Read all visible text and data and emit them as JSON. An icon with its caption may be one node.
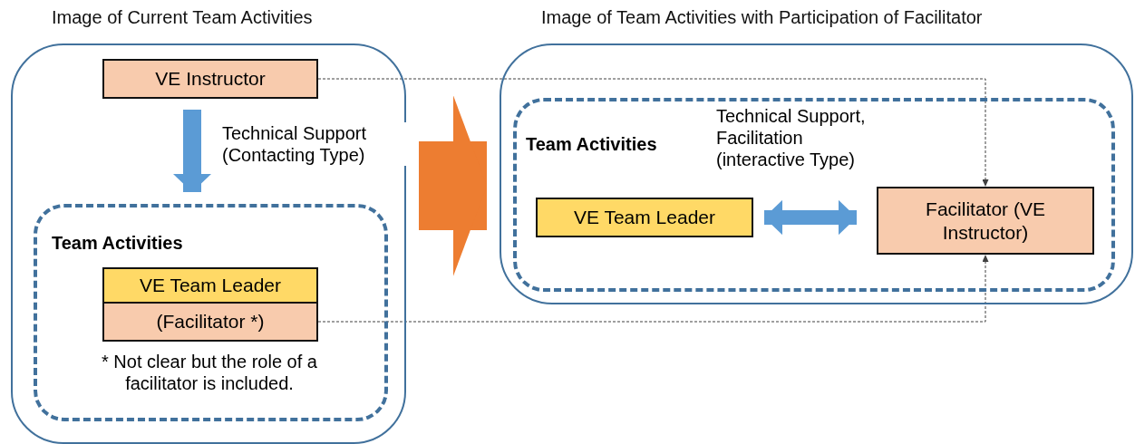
{
  "diagram": {
    "nodes": [
      {
        "text": [
          "Image of Current Team Activities"
        ]
      },
      {
        "text": [
          "VE Instructor"
        ],
        "in": 0
      },
      {
        "text": [
          "Team Activities",
          "* Not clear but the role of a facilitator is included."
        ],
        "in": 0
      },
      {
        "text": [
          "VE Team Leader"
        ],
        "in": 2
      },
      {
        "text": [
          "(Facilitator *)"
        ],
        "in": 2
      },
      {
        "text": [
          "Image of Team Activities with Participation of Facilitator"
        ]
      },
      {
        "text": [
          "Team Activities"
        ],
        "in": 5
      },
      {
        "text": [
          "VE Team Leader"
        ],
        "in": 6
      },
      {
        "text": [
          "Facilitator (VE Instructor)"
        ],
        "in": 6
      }
    ],
    "edges": [
      {
        "from": 1,
        "to": 2,
        "arrow": "to",
        "label": "Technical Support (Contacting Type)",
        "color": "#5b9bd5"
      },
      {
        "from": 0,
        "to": 5,
        "arrow": "to",
        "style": "thick",
        "color": "#ed7d31"
      },
      {
        "from": 7,
        "to": 8,
        "arrow": "both",
        "label": "Technical Support, Facilitation (interactive Type)",
        "color": "#5b9bd5"
      },
      {
        "from": 1,
        "to": 8,
        "arrow": "to",
        "style": "dashed",
        "color": "#404040"
      },
      {
        "from": 4,
        "to": 8,
        "arrow": "to",
        "style": "dashed",
        "color": "#404040"
      }
    ]
  }
}
